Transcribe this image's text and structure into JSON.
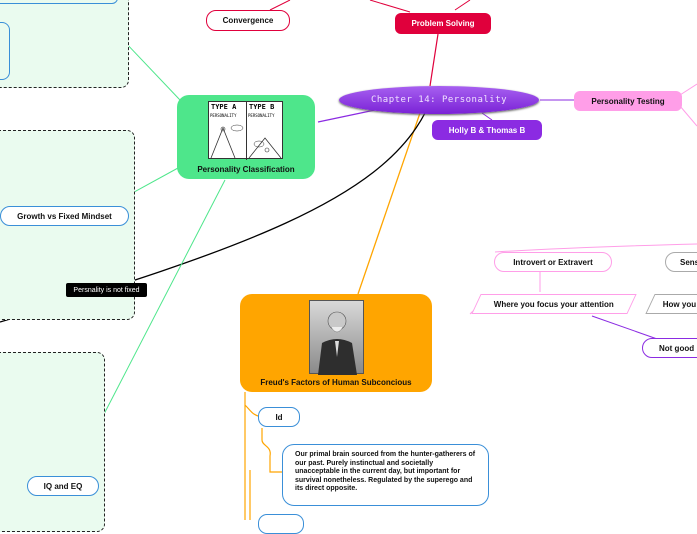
{
  "central": {
    "title": "Chapter 14: Personality",
    "authors": "Holly B & Thomas B"
  },
  "nodes": {
    "convergence": "Convergence",
    "problem_solving": "Problem Solving",
    "personality_testing": "Personality Testing",
    "personality_classification": "Personality Classification",
    "growth_vs_fixed": "Growth vs Fixed Mindset",
    "not_fixed": "Persnality is not fixed",
    "iq_eq": "IQ and EQ",
    "freud": "Freud's Factors of Human Subconcious",
    "id": "Id",
    "id_desc": "Our primal brain sourced from the hunter-gatherers of our past. Purely instinctual and societally unacceptable in the current day, but important for survival nonetheless. Regulated by the superego and its direct opposite.",
    "introvert_extravert": "Introvert or Extravert",
    "sens": "Sens",
    "focus_attention": "Where you focus your attention",
    "how_you": "How you",
    "not_good": "Not good"
  },
  "type_images": {
    "type_a": "TYPE A",
    "type_b": "TYPE B",
    "personality": "PERSONALITY"
  },
  "colors": {
    "central": "#8b2be2",
    "problem": "#e0003c",
    "testing": "#ff9ee8",
    "classification": "#4ee68b",
    "freud": "#ffa500",
    "blue_border": "#3a8fd8"
  }
}
